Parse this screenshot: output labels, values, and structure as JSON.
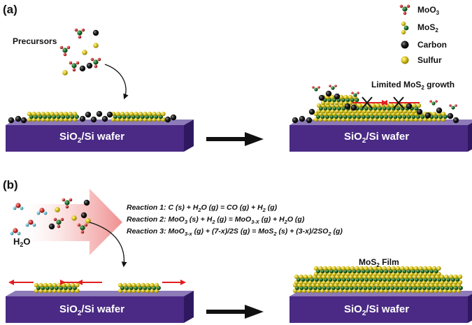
{
  "panel_a": {
    "label": "(a)",
    "precursors_label": "Precursors",
    "wafer_left": {
      "pre": "SiO",
      "sub": "2",
      "post": "/Si wafer"
    },
    "wafer_right": {
      "pre": "SiO",
      "sub": "2",
      "post": "/Si wafer"
    },
    "limited_growth": {
      "pre": "Limited MoS",
      "sub": "2",
      "post": " growth"
    }
  },
  "legend": {
    "items": [
      {
        "name": "moo3",
        "pre": "MoO",
        "sub": "3"
      },
      {
        "name": "mos2",
        "pre": "MoS",
        "sub": "2"
      },
      {
        "name": "carbon",
        "pre": "Carbon",
        "sub": ""
      },
      {
        "name": "sulfur",
        "pre": "Sulfur",
        "sub": ""
      }
    ]
  },
  "panel_b": {
    "label": "(b)",
    "water_label": {
      "pre": "H",
      "sub": "2",
      "post": "O"
    },
    "wafer_left": {
      "pre": "SiO",
      "sub": "2",
      "post": "/Si wafer"
    },
    "wafer_right": {
      "pre": "SiO",
      "sub": "2",
      "post": "/Si wafer"
    },
    "film_label": {
      "pre": "MoS",
      "sub": "2",
      "post": " Film"
    },
    "reactions": [
      {
        "parts": [
          {
            "t": "Reaction 1: C (s) + H"
          },
          {
            "t": "2",
            "sub": true
          },
          {
            "t": "O (g) = CO (g) + H"
          },
          {
            "t": "2",
            "sub": true
          },
          {
            "t": " (g)"
          }
        ]
      },
      {
        "parts": [
          {
            "t": "Reaction 2: MoO"
          },
          {
            "t": "3",
            "sub": true
          },
          {
            "t": " (s) + H"
          },
          {
            "t": "2",
            "sub": true
          },
          {
            "t": " (g) = MoO"
          },
          {
            "t": "3-X",
            "sub": true
          },
          {
            "t": " (g) + H"
          },
          {
            "t": "2",
            "sub": true
          },
          {
            "t": "O (g)"
          }
        ]
      },
      {
        "parts": [
          {
            "t": "Reaction 3: MoO"
          },
          {
            "t": "3-x",
            "sub": true
          },
          {
            "t": " (g) + (7-x)/2S (g) = MoS"
          },
          {
            "t": "2",
            "sub": true
          },
          {
            "t": " (s) + (3-x)/2SO"
          },
          {
            "t": "2",
            "sub": true
          },
          {
            "t": " (g)"
          }
        ]
      }
    ]
  },
  "colors": {
    "wafer_top": "#8d7ab8",
    "wafer_front": "#4a2a85",
    "wafer_side": "#2f1860",
    "sulfur": "#d6c21a",
    "molybdenum": "#1f6b2a",
    "carbon": "#111111",
    "oxygen": "#c9302c",
    "water_o": "#d84a4a",
    "water_h": "#5ab8d0",
    "arrow_red": "#e0201e",
    "gas_arrow": "#f3a9a9"
  }
}
